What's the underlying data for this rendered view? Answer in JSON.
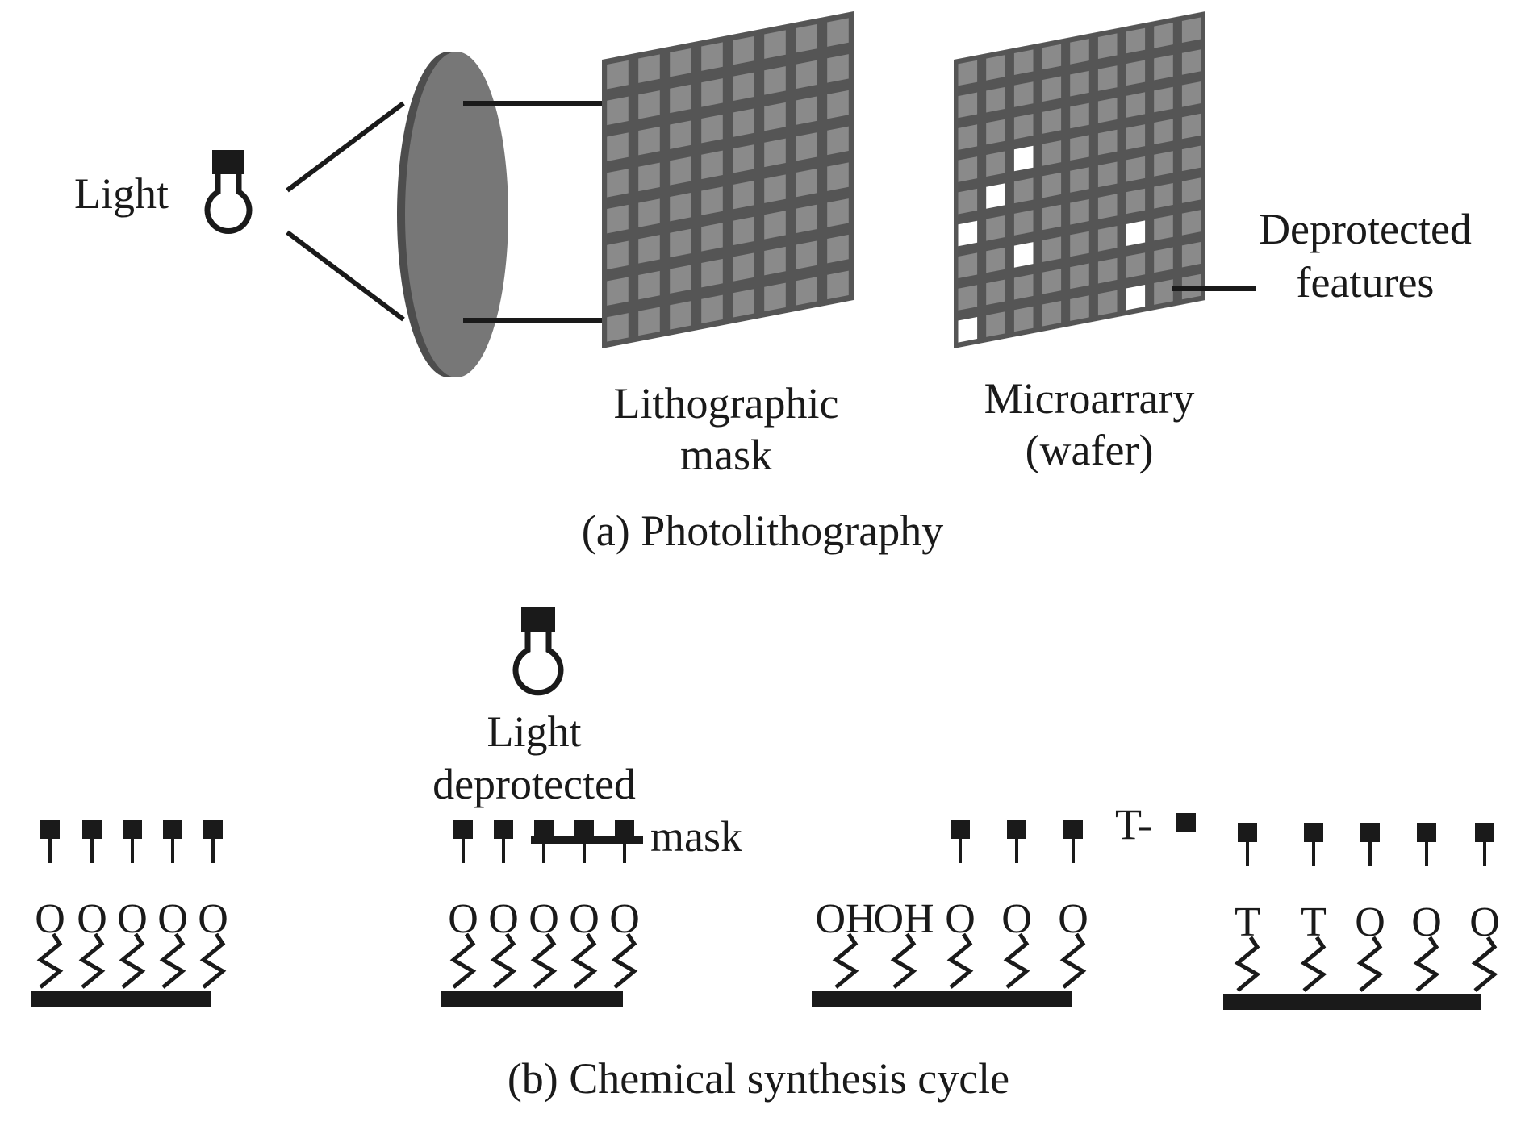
{
  "colors": {
    "ink": "#1a1a1a",
    "grid_fill": "#8a8a8a",
    "grid_line": "#555555",
    "lens_face": "#777777",
    "lens_edge": "#4d4d4d",
    "feature": "#ffffff"
  },
  "icons": [
    "light-bulb-icon",
    "lens-icon"
  ],
  "part_a": {
    "light_label": "Light",
    "mask_label_line1": "Lithographic",
    "mask_label_line2": "mask",
    "wafer_label_line1": "Microarrary",
    "wafer_label_line2": "(wafer)",
    "features_label_line1": "Deprotected",
    "features_label_line2": "features",
    "caption": "(a) Photolithography",
    "grid_size": 8,
    "deprotected_cells": [
      [
        2,
        3
      ],
      [
        1,
        4
      ],
      [
        0,
        5
      ],
      [
        2,
        6
      ],
      [
        6,
        6
      ],
      [
        0,
        8
      ],
      [
        6,
        8
      ]
    ]
  },
  "part_b": {
    "light_label_line1": "Light",
    "light_label_line2": "deprotected",
    "mask_label": "mask",
    "reagent_label": "T-",
    "caption": "(b) Chemical synthesis cycle",
    "stages": [
      {
        "labels": [
          "O",
          "O",
          "O",
          "O",
          "O"
        ],
        "protected": [
          true,
          true,
          true,
          true,
          true
        ]
      },
      {
        "labels": [
          "O",
          "O",
          "O",
          "O",
          "O"
        ],
        "protected": [
          true,
          true,
          true,
          true,
          true
        ]
      },
      {
        "labels": [
          "OH",
          "OH",
          "O",
          "O",
          "O"
        ],
        "protected": [
          false,
          false,
          true,
          true,
          true
        ]
      },
      {
        "labels": [
          "T",
          "T",
          "O",
          "O",
          "O"
        ],
        "protected": [
          true,
          true,
          true,
          true,
          true
        ]
      }
    ]
  }
}
